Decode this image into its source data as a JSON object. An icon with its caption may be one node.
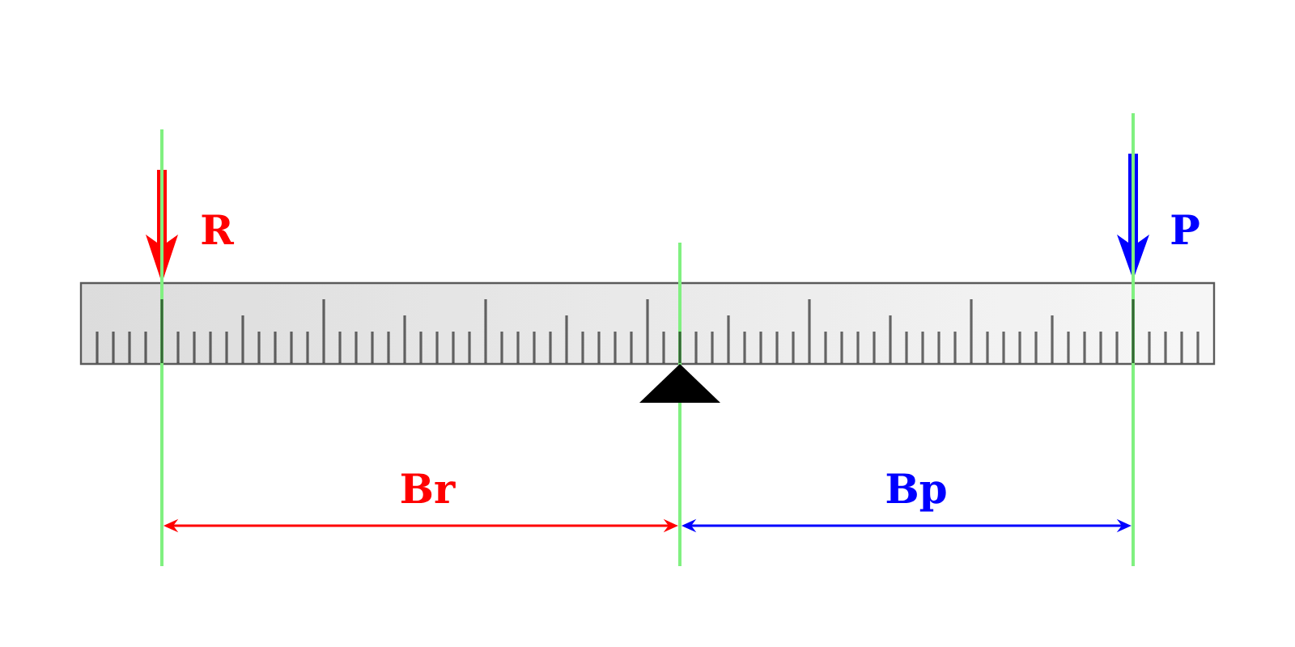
{
  "diagram": {
    "labels": [
      "R",
      "P",
      "Br",
      "Bp"
    ]
  }
}
